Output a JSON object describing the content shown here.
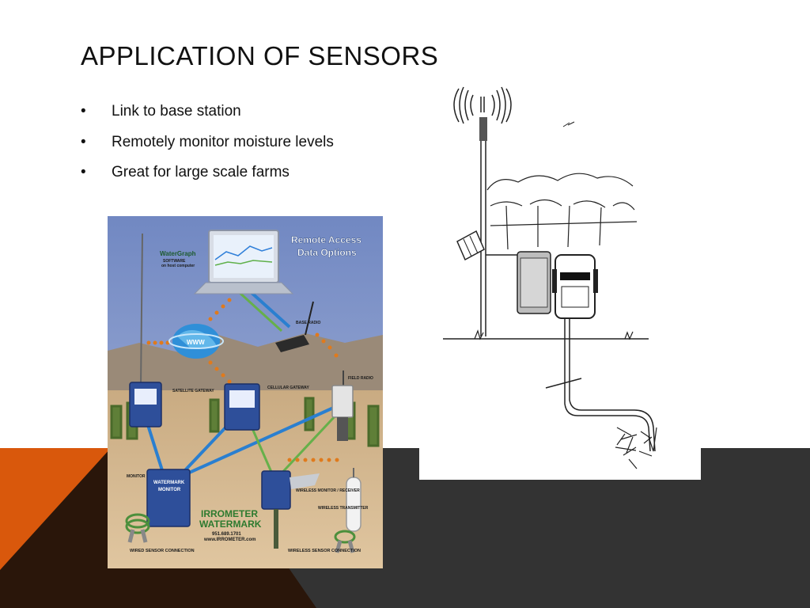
{
  "slide": {
    "title": "APPLICATION OF SENSORS",
    "bullet_symbol": "•",
    "bullets": [
      "Link to base station",
      "Remotely monitor moisture levels",
      "Great for large scale farms"
    ]
  },
  "poster": {
    "header_line1": "Remote Access",
    "header_line2": "Data Options",
    "software_brand": "WaterGraph",
    "software_caption1": "SOFTWARE",
    "software_caption2": "on host computer",
    "www_label": "WWW",
    "base_radio": "BASE RADIO",
    "satellite_gateway": "SATELLITE GATEWAY",
    "cellular_gateway": "CELLULAR GATEWAY",
    "field_radio": "FIELD RADIO",
    "monitor_label": "MONITOR",
    "device_watermark": "WATERMARK",
    "device_monitor": "MONITOR",
    "wireless_monitor": "WIRELESS MONITOR / RECEIVER",
    "wireless_transmitter": "WIRELESS TRANSMITTER",
    "brand1": "IRROMETER",
    "brand2": "WATERMARK",
    "phone": "951.689.1701",
    "website": "www.IRROMETER.com",
    "wired_caption": "WIRED SENSOR CONNECTION",
    "wireless_caption": "WIRELESS SENSOR CONNECTION"
  },
  "colors": {
    "accent_orange": "#d9580c",
    "dark_band": "#333333",
    "dark_brown": "#2a160a",
    "poster_sky": "#7d93c9",
    "device_blue": "#2e4f9a"
  }
}
